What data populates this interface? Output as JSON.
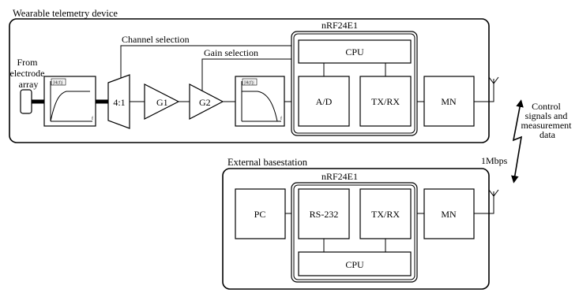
{
  "device": {
    "title": "Wearable telemetry device",
    "electrode_label": [
      "From",
      "electrode",
      "array"
    ],
    "channel_selection": "Channel selection",
    "gain_selection": "Gain selection",
    "mux": "4:1",
    "g1": "G1",
    "g2": "G2",
    "filter_label": "|H(f)|",
    "freq_label": "f",
    "chip": {
      "title": "nRF24E1",
      "cpu": "CPU",
      "ad": "A/D",
      "txrx": "TX/RX"
    },
    "mn": "MN"
  },
  "link": {
    "control_label": [
      "Control",
      "signals and",
      "measurement",
      "data"
    ],
    "rate": "1Mbps"
  },
  "basestation": {
    "title": "External basestation",
    "pc": "PC",
    "chip": {
      "title": "nRF24E1",
      "rs232": "RS-232",
      "txrx": "TX/RX",
      "cpu": "CPU"
    },
    "mn": "MN"
  }
}
